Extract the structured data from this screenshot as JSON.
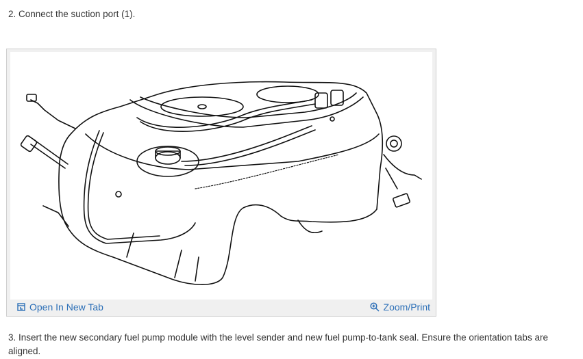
{
  "steps": {
    "step2": "2. Connect the suction port (1).",
    "step3": "3. Insert the new secondary fuel pump module with the level sender and new fuel pump-to-tank seal. Ensure the orientation tabs are aligned."
  },
  "figure": {
    "open_tab_label": "Open In New Tab",
    "zoom_label": "Zoom/Print",
    "icons": {
      "open_tab": "open-new-tab-icon",
      "zoom": "zoom-icon"
    },
    "colors": {
      "link": "#2c6fb7",
      "frame_bg": "#f0f0f0",
      "frame_border": "#cfcfcf"
    }
  }
}
